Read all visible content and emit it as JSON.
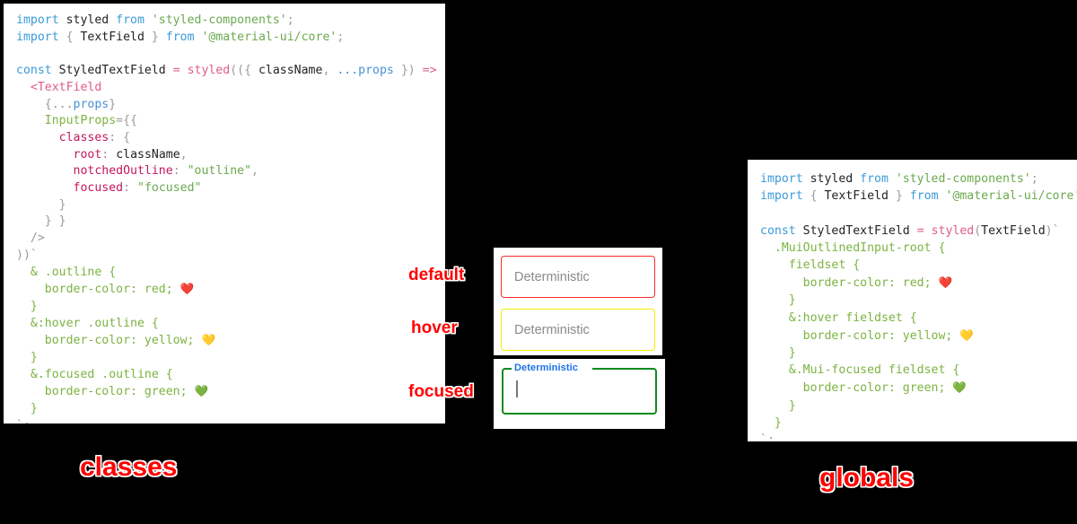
{
  "left_code_panel": {
    "name": "classes-approach-code",
    "lines": [
      {
        "tokens": [
          {
            "t": "import ",
            "c": "kw"
          },
          {
            "t": "styled ",
            "c": "plain"
          },
          {
            "t": "from ",
            "c": "kw"
          },
          {
            "t": "'styled-components'",
            "c": "str"
          },
          {
            "t": ";",
            "c": "punc"
          }
        ]
      },
      {
        "tokens": [
          {
            "t": "import ",
            "c": "kw"
          },
          {
            "t": "{ ",
            "c": "punc"
          },
          {
            "t": "TextField",
            "c": "plain"
          },
          {
            "t": " } ",
            "c": "punc"
          },
          {
            "t": "from ",
            "c": "kw"
          },
          {
            "t": "'@material-ui/core'",
            "c": "str"
          },
          {
            "t": ";",
            "c": "punc"
          }
        ]
      },
      {
        "tokens": []
      },
      {
        "tokens": [
          {
            "t": "const ",
            "c": "kw"
          },
          {
            "t": "StyledTextField ",
            "c": "plain"
          },
          {
            "t": "= ",
            "c": "op"
          },
          {
            "t": "styled",
            "c": "fn"
          },
          {
            "t": "(({ ",
            "c": "punc"
          },
          {
            "t": "className",
            "c": "plain"
          },
          {
            "t": ", ",
            "c": "punc"
          },
          {
            "t": "...props",
            "c": "prop"
          },
          {
            "t": " }) ",
            "c": "punc"
          },
          {
            "t": "=> ",
            "c": "op"
          },
          {
            "t": "(",
            "c": "punc"
          }
        ]
      },
      {
        "tokens": [
          {
            "t": "  ",
            "c": "punc"
          },
          {
            "t": "<TextField",
            "c": "fn"
          }
        ]
      },
      {
        "tokens": [
          {
            "t": "    {...",
            "c": "punc"
          },
          {
            "t": "props",
            "c": "prop"
          },
          {
            "t": "}",
            "c": "punc"
          }
        ]
      },
      {
        "tokens": [
          {
            "t": "    ",
            "c": "punc"
          },
          {
            "t": "InputProps",
            "c": "attr"
          },
          {
            "t": "={{",
            "c": "punc"
          }
        ]
      },
      {
        "tokens": [
          {
            "t": "      ",
            "c": "punc"
          },
          {
            "t": "classes",
            "c": "key"
          },
          {
            "t": ": {",
            "c": "punc"
          }
        ]
      },
      {
        "tokens": [
          {
            "t": "        ",
            "c": "punc"
          },
          {
            "t": "root",
            "c": "key"
          },
          {
            "t": ": ",
            "c": "punc"
          },
          {
            "t": "className",
            "c": "plain"
          },
          {
            "t": ",",
            "c": "punc"
          }
        ]
      },
      {
        "tokens": [
          {
            "t": "        ",
            "c": "punc"
          },
          {
            "t": "notchedOutline",
            "c": "key"
          },
          {
            "t": ": ",
            "c": "punc"
          },
          {
            "t": "\"outline\"",
            "c": "str"
          },
          {
            "t": ",",
            "c": "punc"
          }
        ]
      },
      {
        "tokens": [
          {
            "t": "        ",
            "c": "punc"
          },
          {
            "t": "focused",
            "c": "key"
          },
          {
            "t": ": ",
            "c": "punc"
          },
          {
            "t": "\"focused\"",
            "c": "str"
          }
        ]
      },
      {
        "tokens": [
          {
            "t": "      }",
            "c": "punc"
          }
        ]
      },
      {
        "tokens": [
          {
            "t": "    } }",
            "c": "punc"
          }
        ]
      },
      {
        "tokens": [
          {
            "t": "  />",
            "c": "punc"
          }
        ]
      },
      {
        "tokens": [
          {
            "t": "))`",
            "c": "punc"
          }
        ]
      },
      {
        "tokens": [
          {
            "t": "  & .outline {",
            "c": "css"
          }
        ]
      },
      {
        "tokens": [
          {
            "t": "    border-color: red; ",
            "c": "css"
          },
          {
            "t": "❤️",
            "c": "emoji"
          }
        ]
      },
      {
        "tokens": [
          {
            "t": "  }",
            "c": "css"
          }
        ]
      },
      {
        "tokens": [
          {
            "t": "  &:hover .outline {",
            "c": "css"
          }
        ]
      },
      {
        "tokens": [
          {
            "t": "    border-color: yellow; ",
            "c": "css"
          },
          {
            "t": "💛",
            "c": "emoji"
          }
        ]
      },
      {
        "tokens": [
          {
            "t": "  }",
            "c": "css"
          }
        ]
      },
      {
        "tokens": [
          {
            "t": "  &.focused .outline {",
            "c": "css"
          }
        ]
      },
      {
        "tokens": [
          {
            "t": "    border-color: green; ",
            "c": "css"
          },
          {
            "t": "💚",
            "c": "emoji"
          }
        ]
      },
      {
        "tokens": [
          {
            "t": "  }",
            "c": "css"
          }
        ]
      },
      {
        "tokens": [
          {
            "t": "`;",
            "c": "punc"
          }
        ]
      }
    ]
  },
  "right_code_panel": {
    "name": "globals-approach-code",
    "lines": [
      {
        "tokens": [
          {
            "t": "import ",
            "c": "kw"
          },
          {
            "t": "styled ",
            "c": "plain"
          },
          {
            "t": "from ",
            "c": "kw"
          },
          {
            "t": "'styled-components'",
            "c": "str"
          },
          {
            "t": ";",
            "c": "punc"
          }
        ]
      },
      {
        "tokens": [
          {
            "t": "import ",
            "c": "kw"
          },
          {
            "t": "{ ",
            "c": "punc"
          },
          {
            "t": "TextField",
            "c": "plain"
          },
          {
            "t": " } ",
            "c": "punc"
          },
          {
            "t": "from ",
            "c": "kw"
          },
          {
            "t": "'@material-ui/core'",
            "c": "str"
          },
          {
            "t": ";",
            "c": "punc"
          }
        ]
      },
      {
        "tokens": []
      },
      {
        "tokens": [
          {
            "t": "const ",
            "c": "kw"
          },
          {
            "t": "StyledTextField ",
            "c": "plain"
          },
          {
            "t": "= ",
            "c": "op"
          },
          {
            "t": "styled",
            "c": "fn"
          },
          {
            "t": "(",
            "c": "punc"
          },
          {
            "t": "TextField",
            "c": "plain"
          },
          {
            "t": ")`",
            "c": "punc"
          }
        ]
      },
      {
        "tokens": [
          {
            "t": "  .MuiOutlinedInput-root {",
            "c": "css"
          }
        ]
      },
      {
        "tokens": [
          {
            "t": "    fieldset {",
            "c": "css"
          }
        ]
      },
      {
        "tokens": [
          {
            "t": "      border-color: red; ",
            "c": "css"
          },
          {
            "t": "❤️",
            "c": "emoji"
          }
        ]
      },
      {
        "tokens": [
          {
            "t": "    }",
            "c": "css"
          }
        ]
      },
      {
        "tokens": [
          {
            "t": "    &:hover fieldset {",
            "c": "css"
          }
        ]
      },
      {
        "tokens": [
          {
            "t": "      border-color: yellow; ",
            "c": "css"
          },
          {
            "t": "💛",
            "c": "emoji"
          }
        ]
      },
      {
        "tokens": [
          {
            "t": "    }",
            "c": "css"
          }
        ]
      },
      {
        "tokens": [
          {
            "t": "    &.Mui-focused fieldset {",
            "c": "css"
          }
        ]
      },
      {
        "tokens": [
          {
            "t": "      border-color: green; ",
            "c": "css"
          },
          {
            "t": "💚",
            "c": "emoji"
          }
        ]
      },
      {
        "tokens": [
          {
            "t": "    }",
            "c": "css"
          }
        ]
      },
      {
        "tokens": [
          {
            "t": "  }",
            "c": "css"
          }
        ]
      },
      {
        "tokens": [
          {
            "t": "`;",
            "c": "punc"
          }
        ]
      }
    ]
  },
  "demo": {
    "fields": {
      "default": {
        "label": "Deterministic",
        "border_color": "#ff2b2b",
        "state": "default"
      },
      "hover": {
        "label": "Deterministic",
        "border_color": "#f5f000",
        "state": "hover"
      },
      "focused": {
        "label": "Deterministic",
        "border_color": "#0f8a1e",
        "state": "focused",
        "value": "",
        "label_color": "#1a73e8"
      }
    }
  },
  "annotations": {
    "default": "default",
    "hover": "hover",
    "focused": "focused",
    "color": "#ff0000"
  },
  "captions": {
    "left": "classes",
    "right": "globals",
    "color": "#ff0000"
  }
}
